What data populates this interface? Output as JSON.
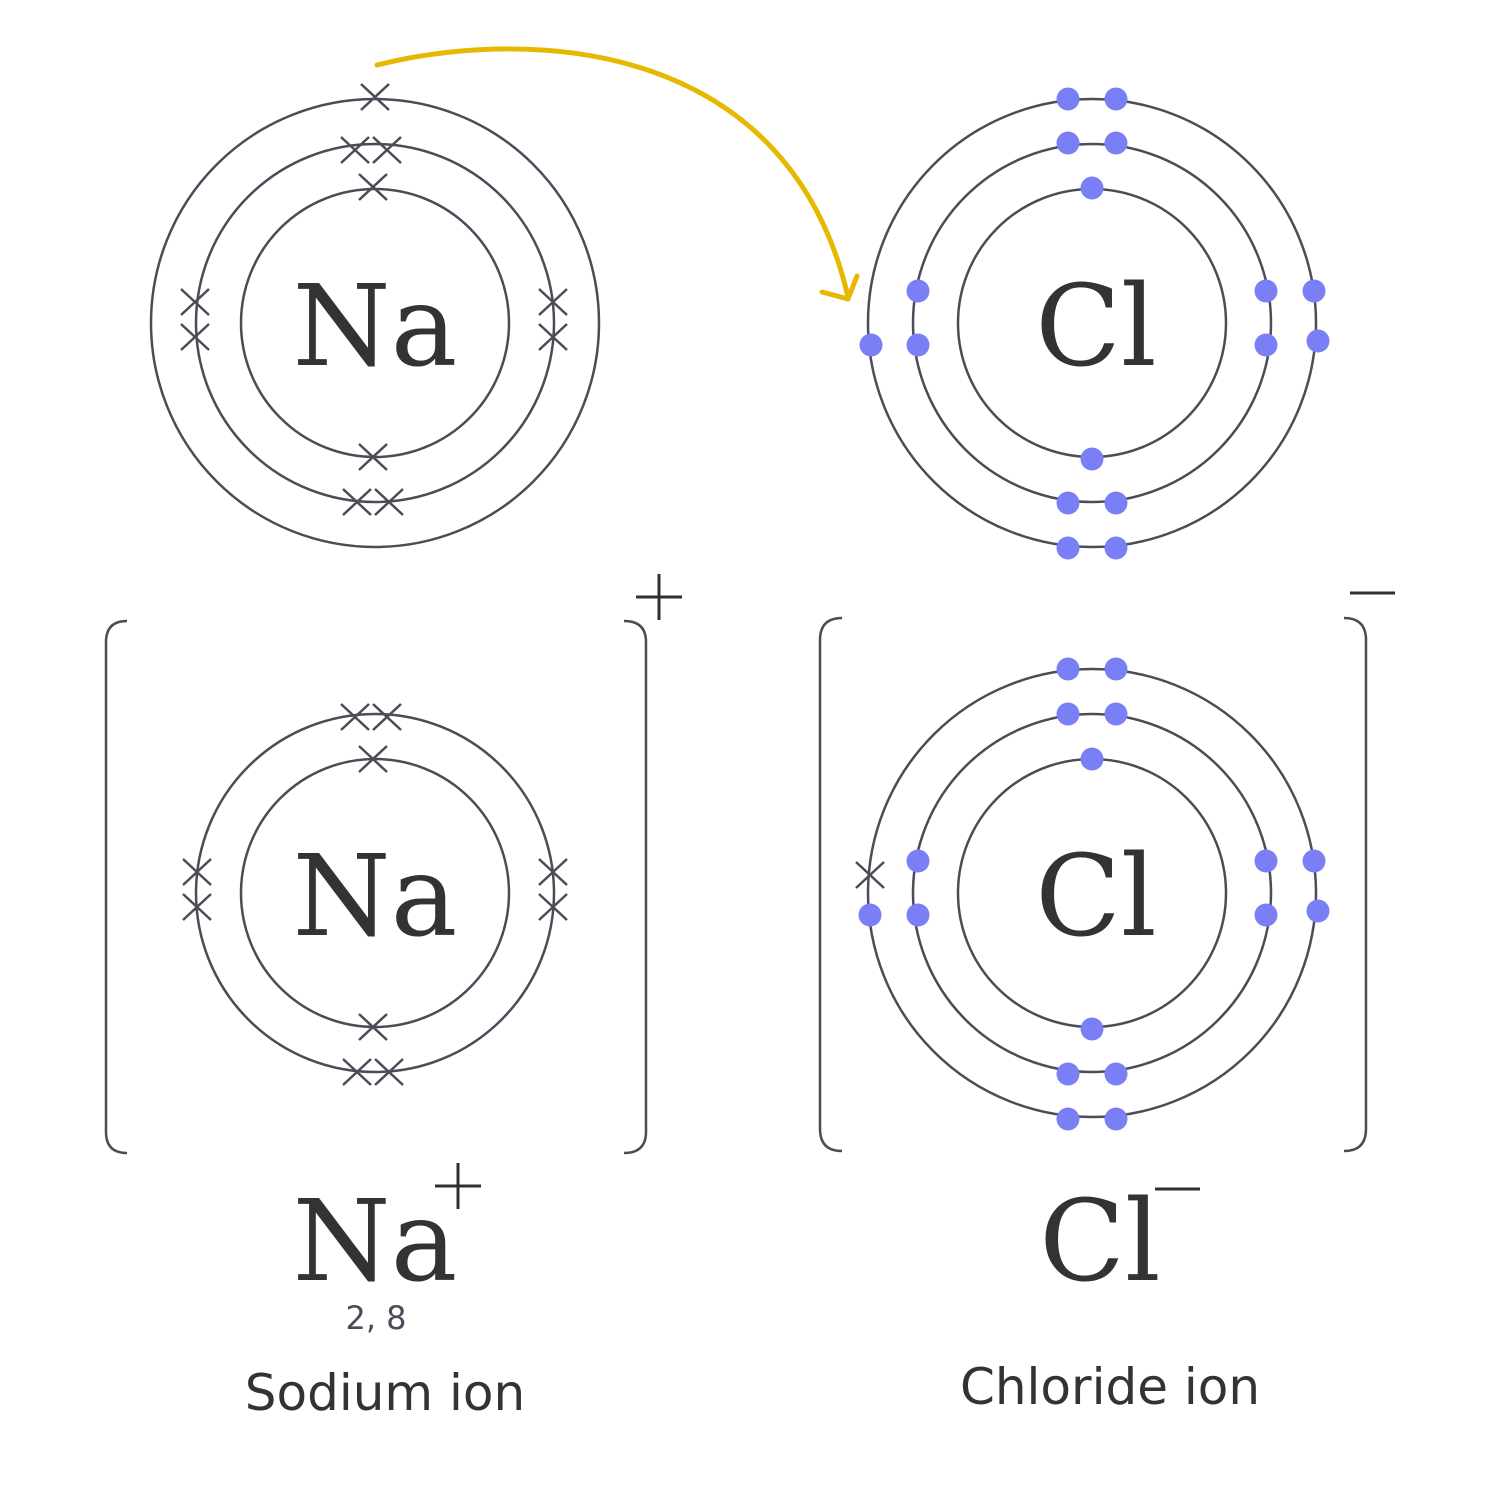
{
  "sodium_atom": {
    "symbol": "Na"
  },
  "chlorine_atom": {
    "symbol": "Cl"
  },
  "sodium_ion": {
    "symbol": "Na",
    "charge": "+",
    "formula_symbol": "Na",
    "formula_charge": "+",
    "configuration": "2, 8",
    "name": "Sodium ion"
  },
  "chloride_ion": {
    "symbol": "Cl",
    "charge": "−",
    "formula_symbol": "Cl",
    "formula_charge": "−",
    "name": "Chloride ion"
  },
  "colors": {
    "electron_dot": "#7b7ff5",
    "transfer_arrow": "#e6b800",
    "line": "#4a4c57"
  },
  "icons": {
    "sodium_electron": "cross-icon",
    "chlorine_electron": "dot-icon",
    "transferred_electron": "cross-icon"
  }
}
